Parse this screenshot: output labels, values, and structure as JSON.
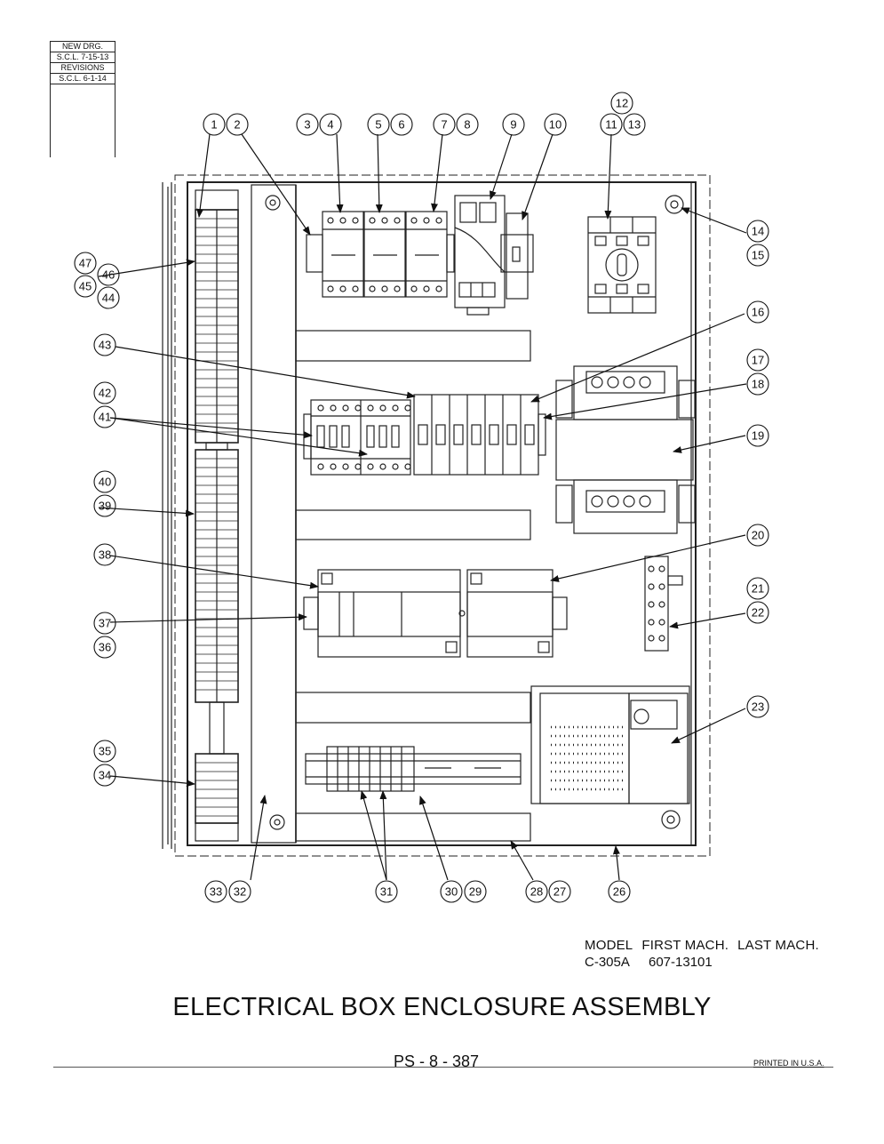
{
  "revisions": [
    "NEW DRG.",
    "S.C.L. 7-15-13",
    "REVISIONS",
    "S.C.L. 6-1-14"
  ],
  "callouts": {
    "c1": "1",
    "c2": "2",
    "c3": "3",
    "c4": "4",
    "c5": "5",
    "c6": "6",
    "c7": "7",
    "c8": "8",
    "c9": "9",
    "c10": "10",
    "c11": "11",
    "c12": "12",
    "c13": "13",
    "c14": "14",
    "c15": "15",
    "c16": "16",
    "c17": "17",
    "c18": "18",
    "c19": "19",
    "c20": "20",
    "c21": "21",
    "c22": "22",
    "c23": "23",
    "c26": "26",
    "c27": "27",
    "c28": "28",
    "c29": "29",
    "c30": "30",
    "c31": "31",
    "c32": "32",
    "c33": "33",
    "c34": "34",
    "c35": "35",
    "c36": "36",
    "c37": "37",
    "c38": "38",
    "c39": "39",
    "c40": "40",
    "c41": "41",
    "c42": "42",
    "c43": "43",
    "c44": "44",
    "c45": "45",
    "c46": "46",
    "c47": "47"
  },
  "model_table": {
    "headers": [
      "MODEL",
      "FIRST MACH.",
      "LAST MACH."
    ],
    "row": [
      "C-305A",
      "607-13101",
      ""
    ]
  },
  "title": "ELECTRICAL BOX ENCLOSURE ASSEMBLY",
  "page_number": "PS - 8 - 387",
  "printed": "PRINTED IN U.S.A."
}
